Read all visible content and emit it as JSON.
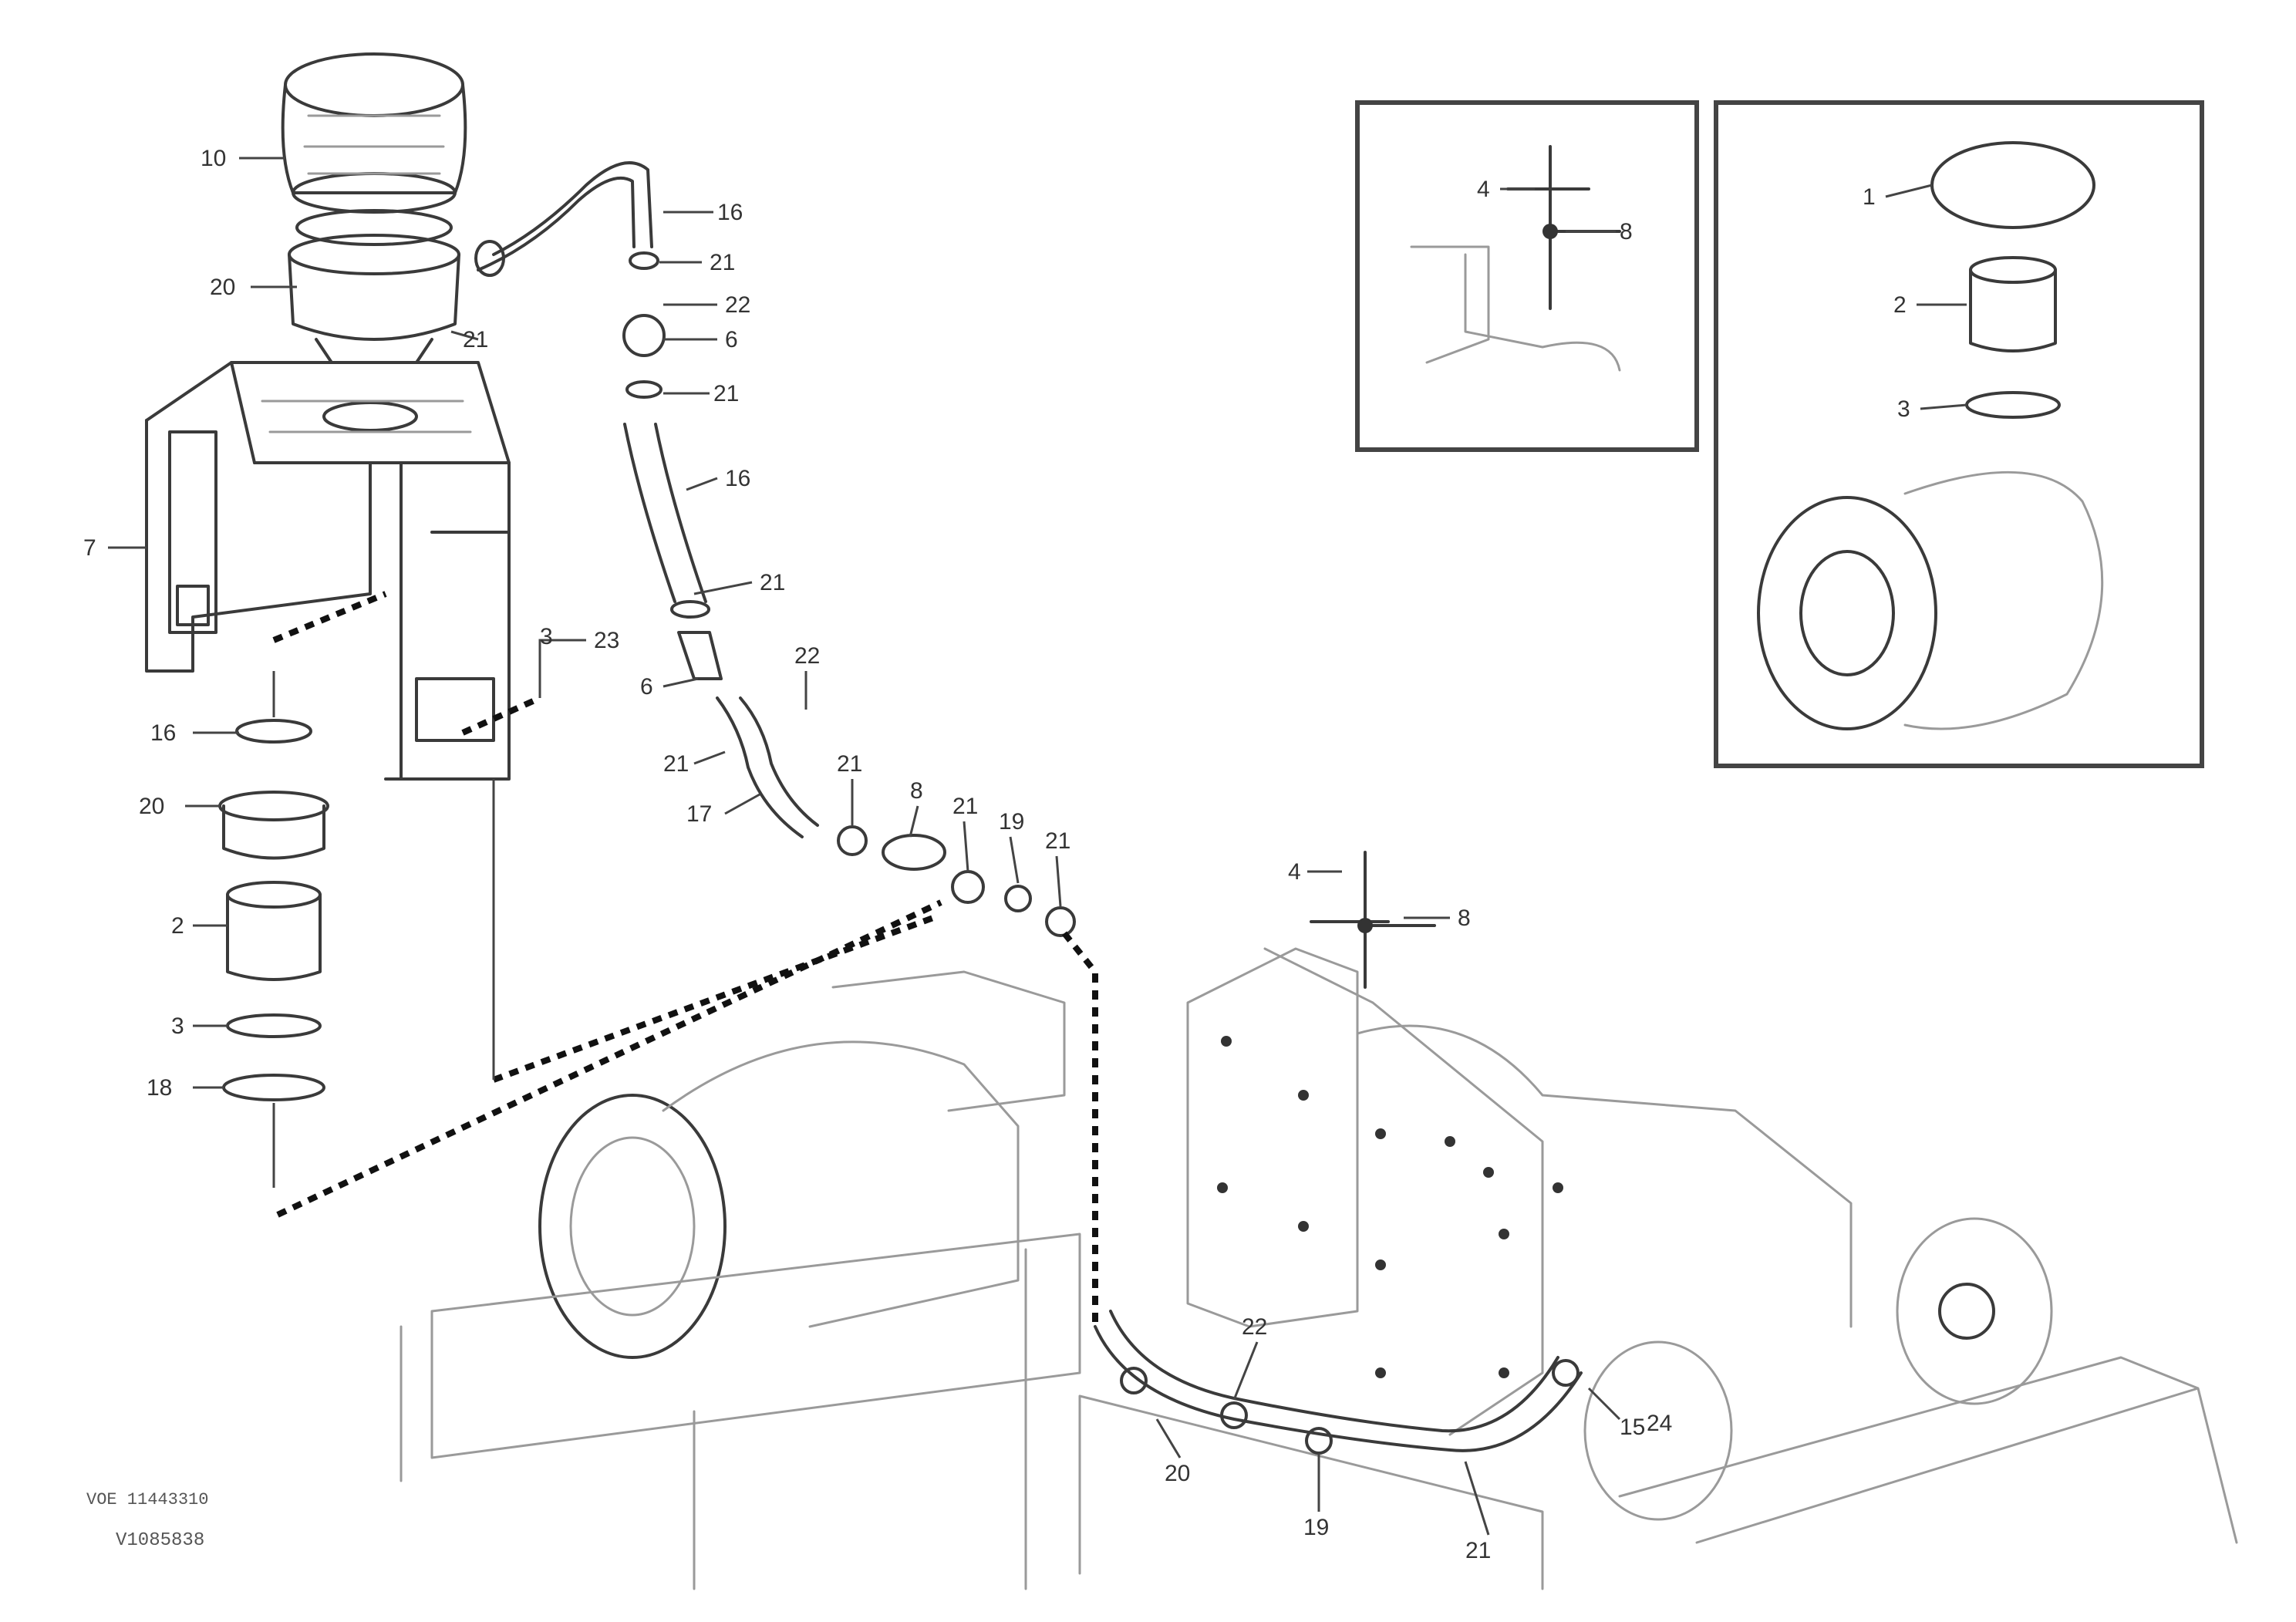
{
  "callouts": {
    "main": [
      "10",
      "20",
      "21",
      "7",
      "3",
      "23",
      "16",
      "20",
      "2",
      "3",
      "18",
      "16",
      "21",
      "22",
      "6",
      "21",
      "16",
      "21",
      "22",
      "6",
      "21",
      "17",
      "21",
      "8",
      "21",
      "19",
      "21",
      "22",
      "20",
      "4",
      "8",
      "19",
      "21",
      "15",
      "24"
    ],
    "inset_left": [
      "4",
      "8"
    ],
    "inset_right": [
      "1",
      "2",
      "3"
    ]
  },
  "footer": {
    "ref_line_1": "VOE 11443310",
    "ref_line_2": "",
    "drawing_number": "V1085838"
  }
}
